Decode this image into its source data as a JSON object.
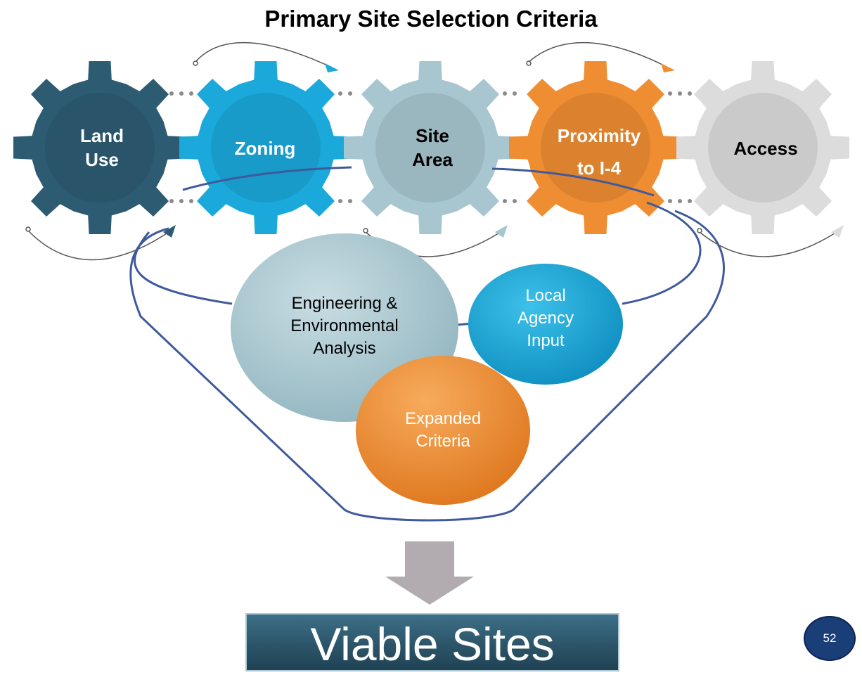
{
  "title": "Primary Site Selection Criteria",
  "gears": [
    {
      "line1": "Land",
      "line2": "Use",
      "color": "#2d5b72"
    },
    {
      "line1": "Zoning",
      "line2": "",
      "color": "#1aa9da"
    },
    {
      "line1": "Site",
      "line2": "Area",
      "color": "#a7c6d0"
    },
    {
      "line1": "Proximity",
      "line2": "to I-4",
      "color": "#ef8d33"
    },
    {
      "line1": "Access",
      "line2": "",
      "color": "#dcdcdc"
    }
  ],
  "circles": {
    "engineering": {
      "line1": "Engineering &",
      "line2": "Environmental",
      "line3": "Analysis",
      "color": "#a3c3cc"
    },
    "local": {
      "line1": "Local",
      "line2": "Agency",
      "line3": "Input",
      "color": "#12a3d4"
    },
    "expanded": {
      "line1": "Expanded",
      "line2": "Criteria",
      "color": "#ee8d36"
    }
  },
  "result": "Viable Sites",
  "page_number": "52",
  "colors": {
    "funnel": "#3f5a9c",
    "arrow": "#b2acb0",
    "result_bg": "#2b5266"
  }
}
